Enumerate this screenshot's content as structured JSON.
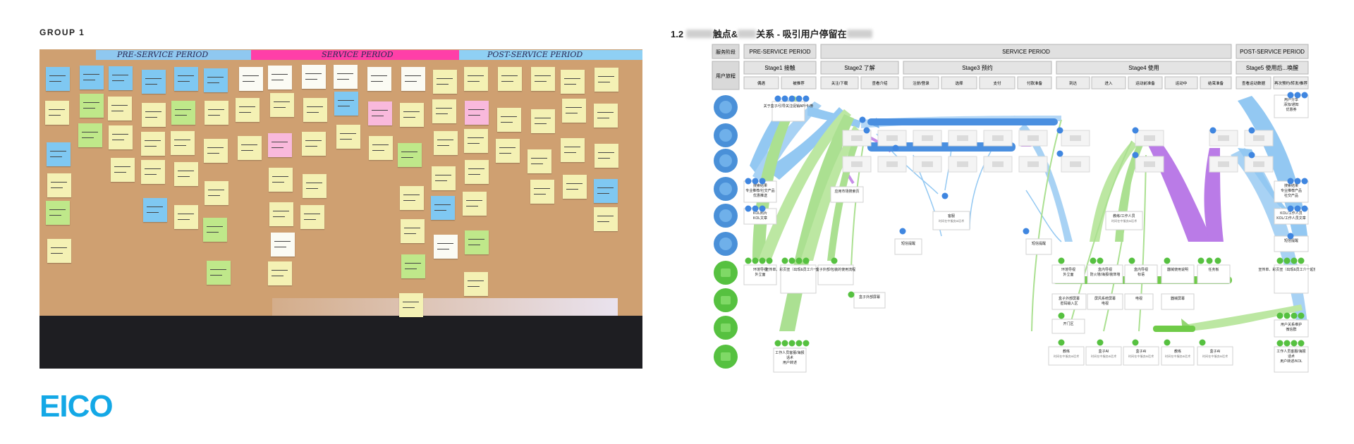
{
  "group_label": "GROUP 1",
  "logo_text": "EICO",
  "photo": {
    "tapes": [
      "PRE-SERVICE PERIOD",
      "SERVICE PERIOD",
      "POST-SERVICE PERIOD"
    ]
  },
  "map": {
    "title_prefix": "1.2",
    "title_part1": "触点&",
    "title_part2": "关系 - 吸引用户停留在",
    "row_labels": [
      "服务阶段",
      "用户旅程"
    ],
    "periods": [
      "PRE-SERVICE PERIOD",
      "SERVICE PERIOD",
      "POST-SERVICE PERIOD"
    ],
    "stages": [
      "Stage1 接触",
      "Stage2 了解",
      "Stage3 预约",
      "Stage4 使用",
      "Stage5 使用后...唤醒"
    ],
    "steps": [
      "偶遇",
      "被推荐",
      "关注/下载",
      "查看介绍",
      "注册/登录",
      "选择",
      "支付",
      "付款准备",
      "到达",
      "进入",
      "运动前准备",
      "运动中",
      "结束准备",
      "查看运动数据",
      "再次预约/转发/推荐"
    ],
    "cards": {
      "top_left": "关于盒子/引导关注促销API卡/券",
      "pre_left_1": "搜索结果 专业推荐/社交产品 优惠推送",
      "pre_left_2": "KOL照片 KOL文章",
      "mid_1": "应用市场搜索页",
      "mid_2": "客服",
      "mid_2_sub": "时间在中服务&话术",
      "mid_3": "短信提醒",
      "mid_4": "短信提醒",
      "phy_1": "环境导视 外立面",
      "phy_2": "宣传单、彩页宣（出现&员工介一起使用）",
      "phy_3": "盒子外部/包装的使用流程",
      "phy_4": "盒子外部屏幕",
      "phy_bottom": "工作人员客服/海报 话术 用户转述",
      "s4_1": "环境导视 外立面",
      "s4_2": "盒内导视 防火墙/海报/装饰墙",
      "s4_3": "盒内导视 标语",
      "s4_4": "器械使用说明",
      "s4_5": "任务板",
      "s4_box": "盒子外部屏幕 密码输入区",
      "s4_box2": "屏风系统屏幕 电视",
      "s4_box3": "电视",
      "s4_box4": "器械屏幕",
      "s4_door": "开门区",
      "s4_mid": "教练/工作人员",
      "s4_mid_sub": "时间在中服务&话术",
      "s4_b1": "教练",
      "s4_b2": "盒子AI",
      "s4_b3": "盒子AI",
      "s4_b4": "教练",
      "s4_b5": "盒子AI",
      "b_sub": "时间在中服务&话术",
      "post_1": "用户分享 添加/通知 优惠券",
      "post_2": "搜索结果 专业推荐产品 社交产品",
      "post_3": "KOL/工作人员 KOL/工作人员文章",
      "post_4": "短信提醒",
      "post_5": "宣传单、彩页宣（出现&员工介一起使用）",
      "post_6": "用户关系维护 微信群",
      "post_7": "工作人员客服/海报 话术 用户转述/KOL"
    }
  }
}
